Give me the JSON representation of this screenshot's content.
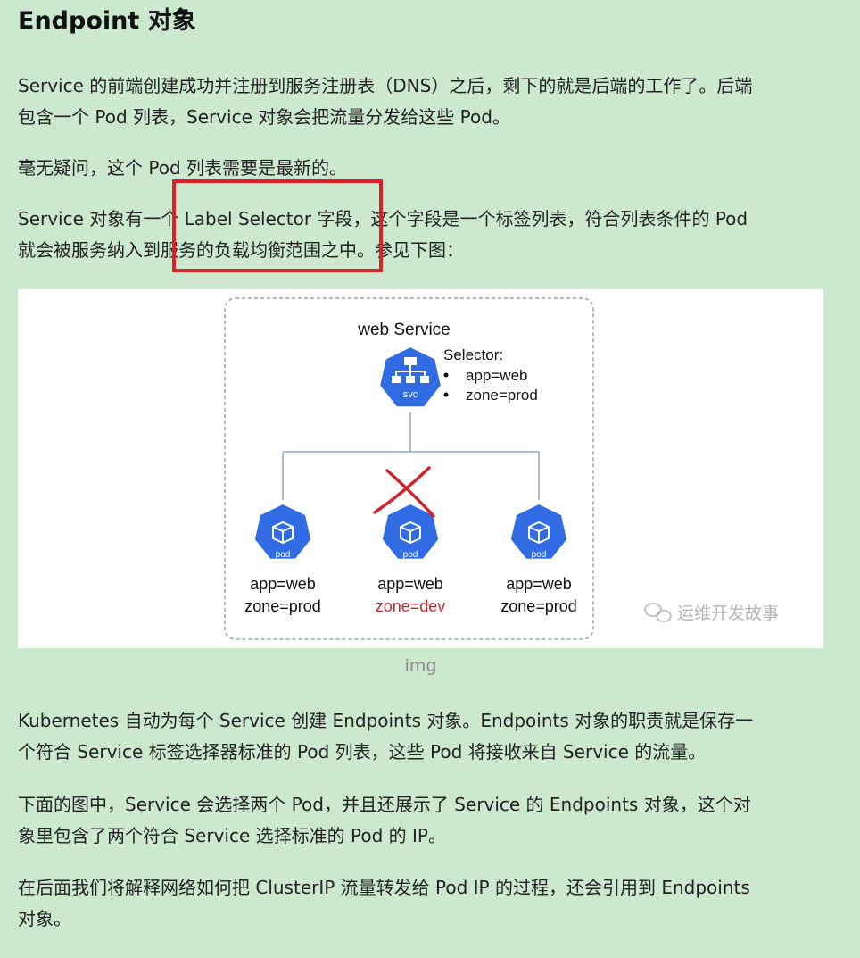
{
  "heading": "Endpoint 对象",
  "paragraphs": {
    "p1_line1": "Service 的前端创建成功并注册到服务注册表（DNS）之后，剩下的就是后端的工作了。后端",
    "p1_line2": "包含一个 Pod 列表，Service 对象会把流量分发给这些 Pod。",
    "p2": "毫无疑问，这个 Pod 列表需要是最新的。",
    "p3_line1": "Service 对象有一个 Label Selector 字段，这个字段是一个标签列表，符合列表条件的 Pod",
    "p3_line2": "就会被服务纳入到服务的负载均衡范围之中。参见下图：",
    "p4_line1": "Kubernetes 自动为每个 Service 创建 Endpoints 对象。Endpoints 对象的职责就是保存一",
    "p4_line2": "个符合 Service 标签选择器标准的 Pod 列表，这些 Pod 将接收来自 Service 的流量。",
    "p5_line1": "下面的图中，Service 会选择两个 Pod，并且还展示了 Service 的 Endpoints 对象，这个对",
    "p5_line2": "象里包含了两个符合 Service 选择标准的 Pod 的 IP。",
    "p6_line1": "在后面我们将解释网络如何把 ClusterIP 流量转发给 Pod IP 的过程，还会引用到 Endpoints",
    "p6_line2": "对象。"
  },
  "diagram": {
    "service_title": "web Service",
    "service_icon_label": "svc",
    "selector_title": "Selector:",
    "selector_items": [
      "app=web",
      "zone=prod"
    ],
    "pods": [
      {
        "icon_label": "pod",
        "app": "app=web",
        "zone": "zone=prod",
        "selected": true
      },
      {
        "icon_label": "pod",
        "app": "app=web",
        "zone": "zone=dev",
        "selected": false
      },
      {
        "icon_label": "pod",
        "app": "app=web",
        "zone": "zone=prod",
        "selected": true
      }
    ],
    "watermark": "运维开发故事"
  },
  "caption": "img",
  "colors": {
    "page_background": "#cce8cf",
    "highlight_box": "#e01f26",
    "k8s_blue": "#326ce5",
    "reject_red": "#d0222b",
    "zone_dev_text": "#d0222b"
  }
}
